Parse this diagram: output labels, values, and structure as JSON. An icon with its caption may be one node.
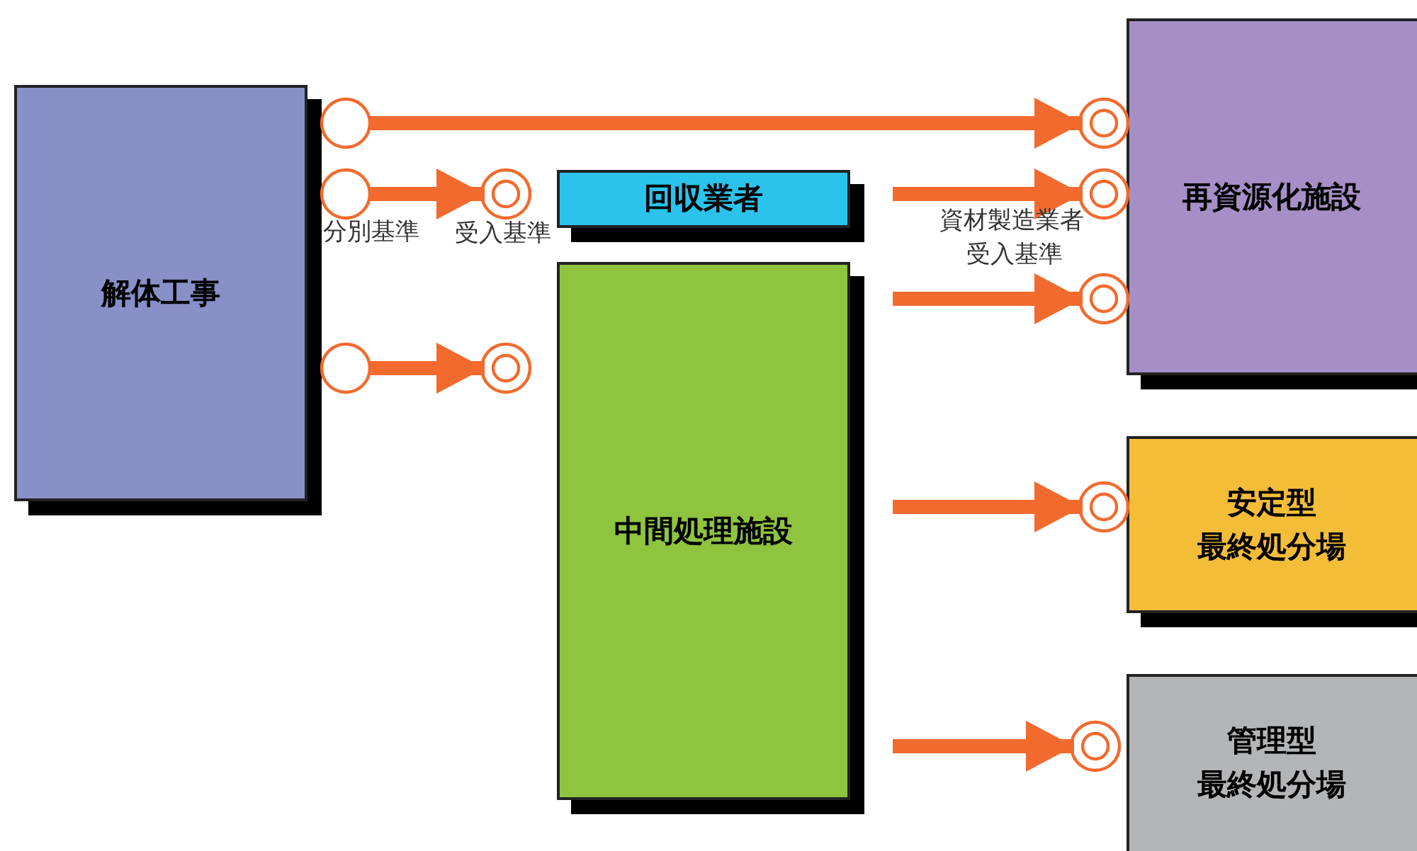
{
  "diagram": {
    "nodes": [
      {
        "text": [
          "解体工事"
        ]
      },
      {
        "text": [],
        "shape": "circle"
      },
      {
        "text": [],
        "shape": "circle"
      },
      {
        "text": [],
        "shape": "circle"
      },
      {
        "text": [],
        "shape": "circle"
      },
      {
        "text": [],
        "shape": "circle"
      },
      {
        "text": [
          "回収業者"
        ]
      },
      {
        "text": [
          "中間処理施設"
        ]
      },
      {
        "text": [],
        "shape": "circle"
      },
      {
        "text": [],
        "shape": "circle"
      },
      {
        "text": [],
        "shape": "circle"
      },
      {
        "text": [
          "再資源化施設"
        ]
      },
      {
        "text": [],
        "shape": "circle"
      },
      {
        "text": [
          "安定型",
          "最終処分場"
        ]
      },
      {
        "text": [],
        "shape": "circle"
      },
      {
        "text": [
          "管理型",
          "最終処分場"
        ]
      }
    ],
    "edges": [
      {
        "from": 1,
        "to": 8,
        "arrow": "to"
      },
      {
        "from": 2,
        "to": 3,
        "arrow": "to"
      },
      {
        "from": 4,
        "to": 5,
        "arrow": "to"
      },
      {
        "from": 6,
        "to": 9,
        "arrow": "to"
      },
      {
        "from": 7,
        "to": 10,
        "arrow": "to"
      },
      {
        "from": 7,
        "to": 12,
        "arrow": "to"
      },
      {
        "from": 7,
        "to": 14,
        "arrow": "to"
      }
    ],
    "labels": [
      "分別基準",
      "受入基準",
      "資材製造業者",
      "受入基準"
    ]
  }
}
